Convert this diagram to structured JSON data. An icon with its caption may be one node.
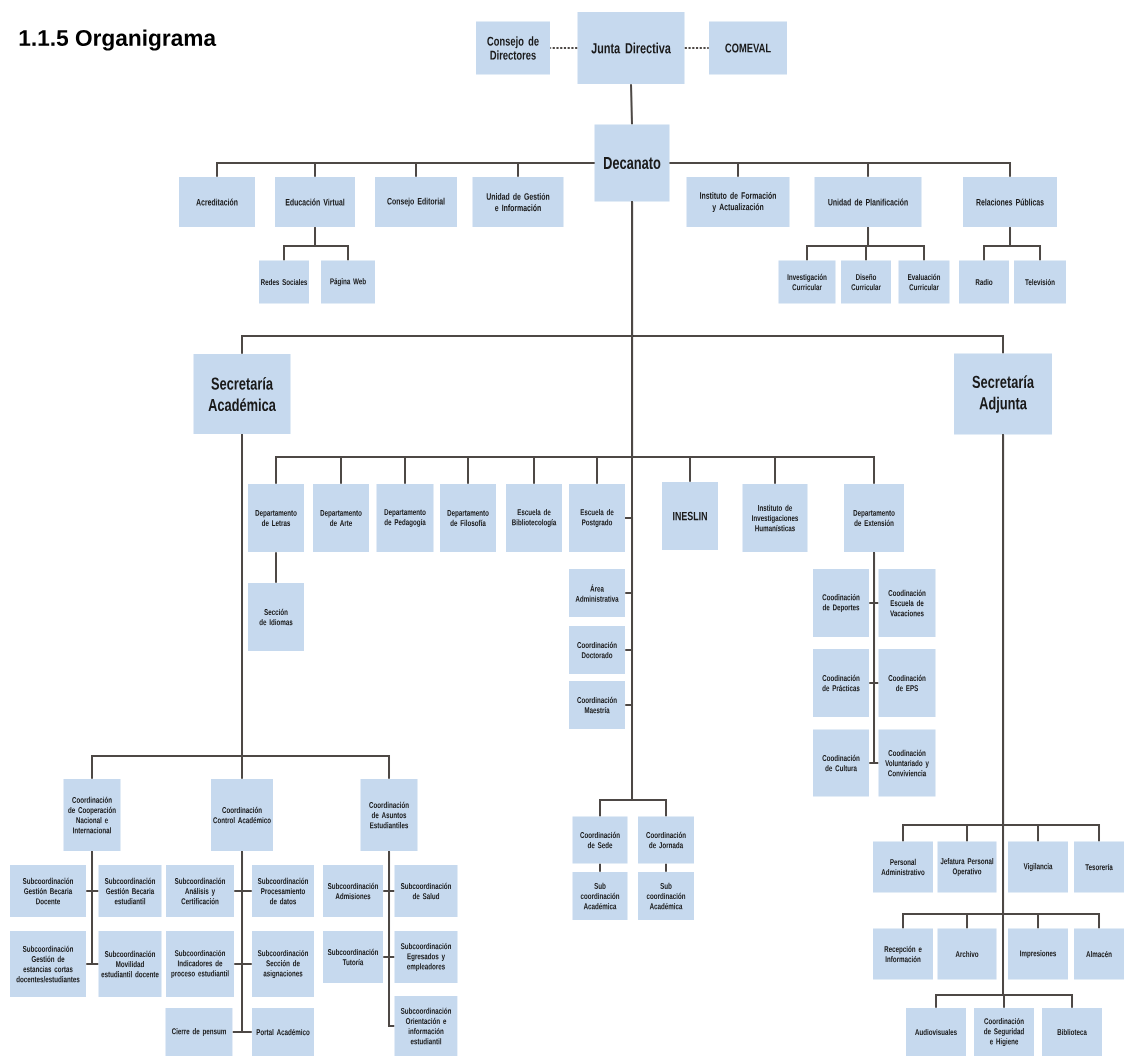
{
  "diagram": {
    "title": "1.1.5 Organigrama",
    "nodes": [
      {
        "text": [
          "Junta Directiva"
        ]
      },
      {
        "text": [
          "Consejo de Directores"
        ]
      },
      {
        "text": [
          "COMEVAL"
        ]
      },
      {
        "text": [
          "Decanato"
        ]
      },
      {
        "text": [
          "Acreditación"
        ]
      },
      {
        "text": [
          "Educación Virtual"
        ]
      },
      {
        "text": [
          "Consejo Editorial"
        ]
      },
      {
        "text": [
          "Unidad de Gestión e Información"
        ]
      },
      {
        "text": [
          "Instituto de Formación y Actualización"
        ]
      },
      {
        "text": [
          "Unidad de Planificación"
        ]
      },
      {
        "text": [
          "Relaciones Públicas"
        ]
      },
      {
        "text": [
          "Redes Sociales"
        ]
      },
      {
        "text": [
          "Página Web"
        ]
      },
      {
        "text": [
          "Investigación Curricular"
        ]
      },
      {
        "text": [
          "Diseño Curricular"
        ]
      },
      {
        "text": [
          "Evaluación Curricular"
        ]
      },
      {
        "text": [
          "Radio"
        ]
      },
      {
        "text": [
          "Televisión"
        ]
      },
      {
        "text": [
          "Secretaría Académica"
        ]
      },
      {
        "text": [
          "Secretaría Adjunta"
        ]
      },
      {
        "text": [
          "Departamento de Letras"
        ]
      },
      {
        "text": [
          "Departamento de Arte"
        ]
      },
      {
        "text": [
          "Departamento de Pedagogía"
        ]
      },
      {
        "text": [
          "Departamento de Filosofía"
        ]
      },
      {
        "text": [
          "Escuela de Bibliotecología"
        ]
      },
      {
        "text": [
          "Escuela de Postgrado"
        ]
      },
      {
        "text": [
          "INESLIN"
        ]
      },
      {
        "text": [
          "Instituto de Investigaciones Humanísticas"
        ]
      },
      {
        "text": [
          "Departamento de Extensión"
        ]
      },
      {
        "text": [
          "Sección de Idiomas"
        ]
      },
      {
        "text": [
          "Área Administrativa"
        ]
      },
      {
        "text": [
          "Coordinación Doctorado"
        ]
      },
      {
        "text": [
          "Coordinación Maestría"
        ]
      },
      {
        "text": [
          "Coordinación de Sede"
        ]
      },
      {
        "text": [
          "Coordinación de Jornada"
        ]
      },
      {
        "text": [
          "Sub coordinación Académica"
        ]
      },
      {
        "text": [
          "Sub coordinación Académica"
        ]
      },
      {
        "text": [
          "Coodinación de Deportes"
        ]
      },
      {
        "text": [
          "Coodinación Escuela de Vacaciones"
        ]
      },
      {
        "text": [
          "Coodinación de Prácticas"
        ]
      },
      {
        "text": [
          "Coodinación de EPS"
        ]
      },
      {
        "text": [
          "Coodinación de Cultura"
        ]
      },
      {
        "text": [
          "Coodinación Voluntariado y Conviviencia"
        ]
      },
      {
        "text": [
          "Coordinación de Cooperación Nacional e Internacional"
        ]
      },
      {
        "text": [
          "Coordinación Control Académico"
        ]
      },
      {
        "text": [
          "Coordinación de Asuntos Estudiantiles"
        ]
      },
      {
        "text": [
          "Subcoordinación Gestión Becaria Docente"
        ]
      },
      {
        "text": [
          "Subcoordinación Gestión Becaria estudiantil"
        ]
      },
      {
        "text": [
          "Subcoordinación Gestión de estancias cortas docentes/estudiantes"
        ]
      },
      {
        "text": [
          "Subcoordinación Movilidad estudiantil docente"
        ]
      },
      {
        "text": [
          "Subcoordinación Análisis y Certificación"
        ]
      },
      {
        "text": [
          "Subcoordinación Procesamiento de datos"
        ]
      },
      {
        "text": [
          "Subcoordinación Indicadores de proceso estudiantil"
        ]
      },
      {
        "text": [
          "Subcoordinación Sección de asignaciones"
        ]
      },
      {
        "text": [
          "Cierre de pensum"
        ]
      },
      {
        "text": [
          "Portal Académico"
        ]
      },
      {
        "text": [
          "Subcoordinación Admisiones"
        ]
      },
      {
        "text": [
          "Subcoordinación de Salud"
        ]
      },
      {
        "text": [
          "Subcoordinación Tutoría"
        ]
      },
      {
        "text": [
          "Subcoordinación Egresados y empleadores"
        ]
      },
      {
        "text": [
          "Subcoordinación Orientación e información estudiantil"
        ]
      },
      {
        "text": [
          "Personal Administrativo"
        ]
      },
      {
        "text": [
          "Jefatura Personal Operativo"
        ]
      },
      {
        "text": [
          "Vigilancia"
        ]
      },
      {
        "text": [
          "Tesorería"
        ]
      },
      {
        "text": [
          "Recepción e Información"
        ]
      },
      {
        "text": [
          "Archivo"
        ]
      },
      {
        "text": [
          "Impresiones"
        ]
      },
      {
        "text": [
          "Almacén"
        ]
      },
      {
        "text": [
          "Audiovisuales"
        ]
      },
      {
        "text": [
          "Coordinación de Seguridad e Higiene"
        ]
      },
      {
        "text": [
          "Biblioteca"
        ]
      }
    ],
    "edges": [
      {
        "from": 0,
        "to": 1,
        "arrow": "none",
        "style": "dashed"
      },
      {
        "from": 0,
        "to": 2,
        "arrow": "none",
        "style": "dashed"
      },
      {
        "from": 0,
        "to": 3,
        "arrow": "none"
      },
      {
        "from": 3,
        "to": 4,
        "arrow": "none"
      },
      {
        "from": 3,
        "to": 5,
        "arrow": "none"
      },
      {
        "from": 3,
        "to": 6,
        "arrow": "none"
      },
      {
        "from": 3,
        "to": 7,
        "arrow": "none"
      },
      {
        "from": 3,
        "to": 8,
        "arrow": "none"
      },
      {
        "from": 3,
        "to": 9,
        "arrow": "none"
      },
      {
        "from": 3,
        "to": 10,
        "arrow": "none"
      },
      {
        "from": 5,
        "to": 11,
        "arrow": "none"
      },
      {
        "from": 5,
        "to": 12,
        "arrow": "none"
      },
      {
        "from": 9,
        "to": 13,
        "arrow": "none"
      },
      {
        "from": 9,
        "to": 14,
        "arrow": "none"
      },
      {
        "from": 9,
        "to": 15,
        "arrow": "none"
      },
      {
        "from": 10,
        "to": 16,
        "arrow": "none"
      },
      {
        "from": 10,
        "to": 17,
        "arrow": "none"
      },
      {
        "from": 3,
        "to": 18,
        "arrow": "none"
      },
      {
        "from": 3,
        "to": 19,
        "arrow": "none"
      },
      {
        "from": 3,
        "to": 20,
        "arrow": "none"
      },
      {
        "from": 3,
        "to": 21,
        "arrow": "none"
      },
      {
        "from": 3,
        "to": 22,
        "arrow": "none"
      },
      {
        "from": 3,
        "to": 23,
        "arrow": "none"
      },
      {
        "from": 3,
        "to": 24,
        "arrow": "none"
      },
      {
        "from": 3,
        "to": 25,
        "arrow": "none"
      },
      {
        "from": 3,
        "to": 26,
        "arrow": "none"
      },
      {
        "from": 3,
        "to": 27,
        "arrow": "none"
      },
      {
        "from": 3,
        "to": 28,
        "arrow": "none"
      },
      {
        "from": 20,
        "to": 29,
        "arrow": "none"
      },
      {
        "from": 25,
        "to": 30,
        "arrow": "none"
      },
      {
        "from": 25,
        "to": 31,
        "arrow": "none"
      },
      {
        "from": 25,
        "to": 32,
        "arrow": "none"
      },
      {
        "from": 3,
        "to": 33,
        "arrow": "none"
      },
      {
        "from": 3,
        "to": 34,
        "arrow": "none"
      },
      {
        "from": 33,
        "to": 35,
        "arrow": "none"
      },
      {
        "from": 34,
        "to": 36,
        "arrow": "none"
      },
      {
        "from": 28,
        "to": 37,
        "arrow": "none"
      },
      {
        "from": 28,
        "to": 38,
        "arrow": "none"
      },
      {
        "from": 28,
        "to": 39,
        "arrow": "none"
      },
      {
        "from": 28,
        "to": 40,
        "arrow": "none"
      },
      {
        "from": 28,
        "to": 41,
        "arrow": "none"
      },
      {
        "from": 28,
        "to": 42,
        "arrow": "none"
      },
      {
        "from": 18,
        "to": 43,
        "arrow": "none"
      },
      {
        "from": 18,
        "to": 44,
        "arrow": "none"
      },
      {
        "from": 18,
        "to": 45,
        "arrow": "none"
      },
      {
        "from": 43,
        "to": 46,
        "arrow": "none"
      },
      {
        "from": 43,
        "to": 47,
        "arrow": "none"
      },
      {
        "from": 43,
        "to": 48,
        "arrow": "none"
      },
      {
        "from": 43,
        "to": 49,
        "arrow": "none"
      },
      {
        "from": 44,
        "to": 50,
        "arrow": "none"
      },
      {
        "from": 44,
        "to": 51,
        "arrow": "none"
      },
      {
        "from": 44,
        "to": 52,
        "arrow": "none"
      },
      {
        "from": 44,
        "to": 53,
        "arrow": "none"
      },
      {
        "from": 44,
        "to": 54,
        "arrow": "none"
      },
      {
        "from": 44,
        "to": 55,
        "arrow": "none"
      },
      {
        "from": 45,
        "to": 56,
        "arrow": "none"
      },
      {
        "from": 45,
        "to": 57,
        "arrow": "none"
      },
      {
        "from": 45,
        "to": 58,
        "arrow": "none"
      },
      {
        "from": 45,
        "to": 59,
        "arrow": "none"
      },
      {
        "from": 45,
        "to": 60,
        "arrow": "none"
      },
      {
        "from": 19,
        "to": 61,
        "arrow": "none"
      },
      {
        "from": 19,
        "to": 62,
        "arrow": "none"
      },
      {
        "from": 19,
        "to": 63,
        "arrow": "none"
      },
      {
        "from": 19,
        "to": 64,
        "arrow": "none"
      },
      {
        "from": 19,
        "to": 65,
        "arrow": "none"
      },
      {
        "from": 19,
        "to": 66,
        "arrow": "none"
      },
      {
        "from": 19,
        "to": 67,
        "arrow": "none"
      },
      {
        "from": 19,
        "to": 68,
        "arrow": "none"
      },
      {
        "from": 19,
        "to": 69,
        "arrow": "none"
      },
      {
        "from": 19,
        "to": 70,
        "arrow": "none"
      },
      {
        "from": 19,
        "to": 71,
        "arrow": "none"
      }
    ]
  }
}
